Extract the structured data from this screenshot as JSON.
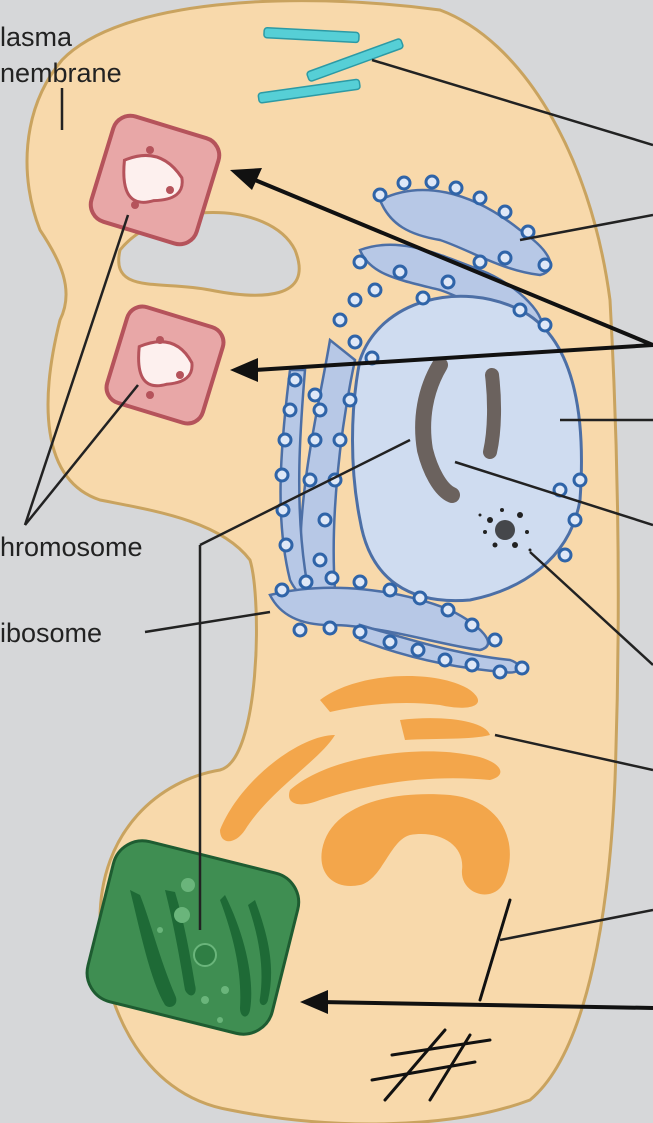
{
  "labels": {
    "plasma_line1": "lasma",
    "plasma_line2": "nembrane",
    "chromosome": "hromosome",
    "ribosome": "ibosome"
  },
  "colors": {
    "background": "#d6d7d9",
    "cytoplasm": "#f8d9ab",
    "membrane": "#c9a35f",
    "er": "#b7c8e6",
    "ribosome": "#2f64a8",
    "nucleus": "#cfdcf0",
    "chromatin": "#6b625e",
    "golgi": "#f3a64b",
    "mitochondrion": "#e8a7a7",
    "chloroplast": "#3f8e52",
    "cytoskeleton": "#56cfd6"
  }
}
